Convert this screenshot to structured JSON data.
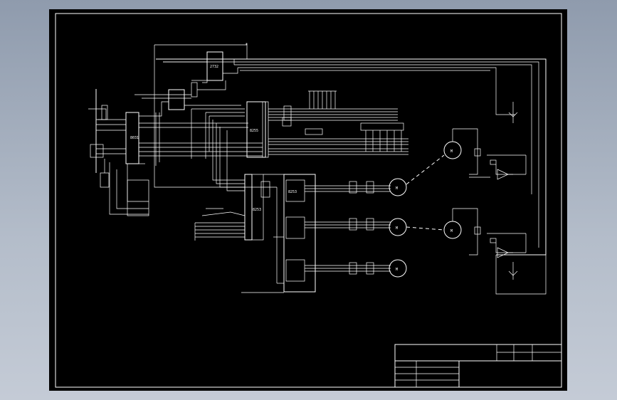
{
  "drawing": {
    "background": "#000000",
    "line_color": "#ffffff",
    "frame_bg": "#a9b3c2"
  },
  "title_block": {
    "title": "",
    "labels": {
      "designed": "",
      "checked": "",
      "approved": ""
    }
  },
  "components": {
    "cpu": "8031",
    "latch": "",
    "rom": "2732",
    "ppi": "8255",
    "ppi2": "8253",
    "display_label": "",
    "ctc": "8253"
  },
  "motors": [
    "M",
    "M",
    "M"
  ],
  "sensors": [
    "M",
    "M"
  ],
  "bottom_note": ""
}
